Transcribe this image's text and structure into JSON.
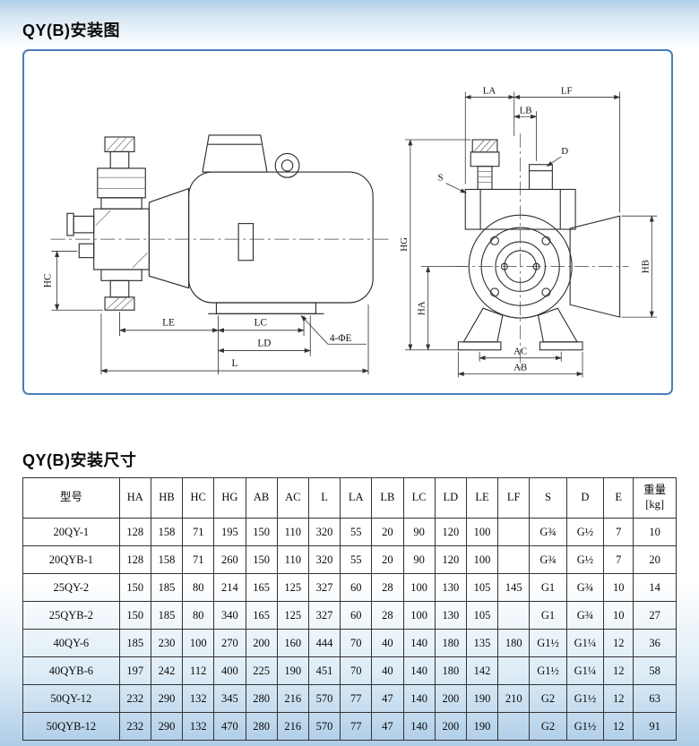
{
  "titles": {
    "diagram": "QY(B)安装图",
    "table": "QY(B)安装尺寸"
  },
  "colors": {
    "box_border": "#4a7db8",
    "page_tint": "#aecde7"
  },
  "diagram_labels": {
    "hc": "HC",
    "le": "LE",
    "lc": "LC",
    "ld": "LD",
    "l": "L",
    "phi_e": "4-ΦE",
    "la": "LA",
    "lf": "LF",
    "lb": "LB",
    "d": "D",
    "s": "S",
    "hg": "HG",
    "ha": "HA",
    "hb": "HB",
    "ac": "AC",
    "ab": "AB"
  },
  "table": {
    "headers": [
      "型号",
      "HA",
      "HB",
      "HC",
      "HG",
      "AB",
      "AC",
      "L",
      "LA",
      "LB",
      "LC",
      "LD",
      "LE",
      "LF",
      "S",
      "D",
      "E",
      "重量\n[kg]"
    ],
    "rows": [
      [
        "20QY-1",
        "128",
        "158",
        "71",
        "195",
        "150",
        "110",
        "320",
        "55",
        "20",
        "90",
        "120",
        "100",
        "",
        "G¾",
        "G½",
        "7",
        "10"
      ],
      [
        "20QYB-1",
        "128",
        "158",
        "71",
        "260",
        "150",
        "110",
        "320",
        "55",
        "20",
        "90",
        "120",
        "100",
        "",
        "G¾",
        "G½",
        "7",
        "20"
      ],
      [
        "25QY-2",
        "150",
        "185",
        "80",
        "214",
        "165",
        "125",
        "327",
        "60",
        "28",
        "100",
        "130",
        "105",
        "145",
        "G1",
        "G¾",
        "10",
        "14"
      ],
      [
        "25QYB-2",
        "150",
        "185",
        "80",
        "340",
        "165",
        "125",
        "327",
        "60",
        "28",
        "100",
        "130",
        "105",
        "",
        "G1",
        "G¾",
        "10",
        "27"
      ],
      [
        "40QY-6",
        "185",
        "230",
        "100",
        "270",
        "200",
        "160",
        "444",
        "70",
        "40",
        "140",
        "180",
        "135",
        "180",
        "G1½",
        "G1¼",
        "12",
        "36"
      ],
      [
        "40QYB-6",
        "197",
        "242",
        "112",
        "400",
        "225",
        "190",
        "451",
        "70",
        "40",
        "140",
        "180",
        "142",
        "",
        "G1½",
        "G1¼",
        "12",
        "58"
      ],
      [
        "50QY-12",
        "232",
        "290",
        "132",
        "345",
        "280",
        "216",
        "570",
        "77",
        "47",
        "140",
        "200",
        "190",
        "210",
        "G2",
        "G1½",
        "12",
        "63"
      ],
      [
        "50QYB-12",
        "232",
        "290",
        "132",
        "470",
        "280",
        "216",
        "570",
        "77",
        "47",
        "140",
        "200",
        "190",
        "",
        "G2",
        "G1½",
        "12",
        "91"
      ]
    ]
  }
}
